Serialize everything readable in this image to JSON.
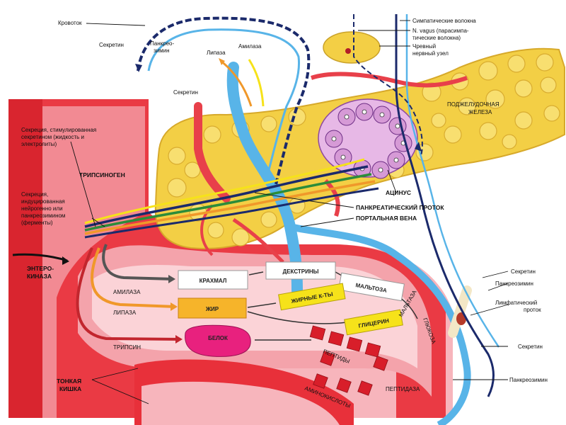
{
  "labels": {
    "blood_flow": "Кровоток",
    "secretin_top": "Секретин",
    "pancreozymin_top_l1": "Панкрео-",
    "pancreozymin_top_l2": "зимин",
    "lipase_top": "Липаза",
    "amylase_top": "Амилаза",
    "secretin_mid": "Секретин",
    "sympathetic": "Симпатические волокна",
    "vagus_l1": "N. vagus (парасимпа-",
    "vagus_l2": "тические волокна)",
    "ganglion_l1": "Чревный",
    "ganglion_l2": "нервный узел",
    "pancreas_l1": "ПОДЖЕЛУДОЧНАЯ",
    "pancreas_l2": "ЖЕЛЕЗА",
    "acinus": "АЦИНУС",
    "pancreatic_duct": "ПАНКРЕАТИЧЕСКИЙ ПРОТОК",
    "portal_vein": "ПОРТАЛЬНАЯ ВЕНА",
    "secretion_secretin_l1": "Секреция, стимулированная",
    "secretion_secretin_l2": "секретином (жидкость и",
    "secretion_secretin_l3": "электролиты)",
    "trypsinogen": "ТРИПСИНОГЕН",
    "secretion_neural_l1": "Секреция,",
    "secretion_neural_l2": "индуцированная",
    "secretion_neural_l3": "нейрогенно или",
    "secretion_neural_l4": "панкреозимином",
    "secretion_neural_l5": "(ферменты)",
    "enterokinase_l1": "ЭНТЕРО-",
    "enterokinase_l2": "КИНАЗА",
    "amylase": "АМИЛАЗА",
    "lipase": "ЛИПАЗА",
    "trypsin": "ТРИПСИН",
    "small_intestine_l1": "ТОНКАЯ",
    "small_intestine_l2": "КИШКА",
    "peptides": "ПЕПТИДЫ",
    "amino_acids": "АМИНОКИСЛОТЫ",
    "peptidase": "ПЕПТИДАЗА",
    "maltase": "МАЛЬТАЗА",
    "glucose": "ГЛЮКОЗА",
    "secretin_right1": "Секретин",
    "pancreozymin_right1": "Панкреозимин",
    "lymph_duct_l1": "Лимфатический",
    "lymph_duct_l2": "проток",
    "secretin_right2": "Секретин",
    "pancreozymin_right2": "Панкреозимин"
  },
  "boxes": {
    "starch": "КРАХМАЛ",
    "dextrins": "ДЕКСТРИНЫ",
    "maltose": "МАЛЬТОЗА",
    "fat": "ЖИР",
    "fatty_acids": "ЖИРНЫЕ К-ТЫ",
    "glycerol": "ГЛИЦЕРИН",
    "protein": "БЕЛОК"
  },
  "colors": {
    "intestine": "#e8303a",
    "intestine_light": "#f7b5bc",
    "pancreas": "#f3cf45",
    "vein_blue": "#58b4e8",
    "artery_red": "#e8404a",
    "nerve_dark": "#1b2a6b",
    "acinus_pink": "#d69ad6",
    "enzyme_orange": "#f0982a",
    "enzyme_yellow": "#f6e21a",
    "box_magenta": "#e8217e",
    "box_red": "#d81e2a"
  }
}
